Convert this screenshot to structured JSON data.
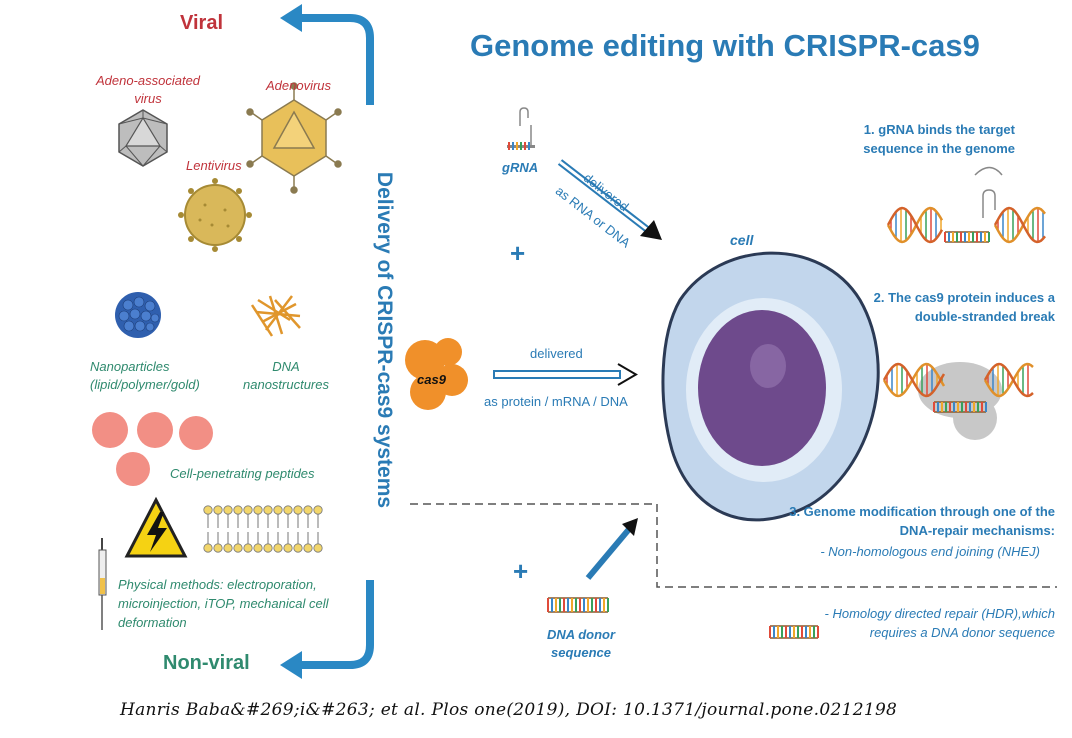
{
  "title": "Genome editing with CRISPR-cas9",
  "delivery": {
    "vertical_label": "Delivery of CRISPR-cas9 systems",
    "viral_label": "Viral",
    "nonviral_label": "Non-viral",
    "viral_vectors": {
      "aav": "Adeno-associated virus",
      "adenovirus": "Adenovirus",
      "lentivirus": "Lentivirus"
    },
    "nonviral_methods": {
      "nanoparticles": "Nanoparticles (lipid/polymer/gold)",
      "dna_nano": "DNA nanostructures",
      "cpp": "Cell-penetrating peptides",
      "physical": "Physical methods: electroporation, microinjection, iTOP, mechanical cell deformation"
    }
  },
  "components": {
    "grna": "gRNA",
    "grna_arrow_top": "delivered",
    "grna_arrow_bottom": "as RNA or DNA",
    "plus": "+",
    "cas9": "cas9",
    "cas9_arrow_top": "delivered",
    "cas9_arrow_bottom": "as protein / mRNA / DNA",
    "donor": "DNA donor sequence",
    "cell": "cell"
  },
  "steps": {
    "step1": "1. gRNA binds the target sequence in the genome",
    "step2": "2. The cas9 protein induces a double-stranded break",
    "step3": "3. Genome modification through one of the DNA-repair mechanisms:",
    "nhej": "- Non-homologous end joining (NHEJ)",
    "hdr": "- Homology directed repair (HDR),which requires a DNA donor sequence"
  },
  "citation": "Hanris Baba&#269;i&#263; et al. Plos one(2019), DOI: 10.1371/journal.pone.0212198",
  "colors": {
    "blue": "#2a7bb5",
    "viral_red": "#c0333b",
    "nonviral_green": "#2f8a6e",
    "cas9_orange": "#f0902a",
    "cpp_pink": "#f28f85",
    "nucleus_purple": "#6e4a8c"
  }
}
